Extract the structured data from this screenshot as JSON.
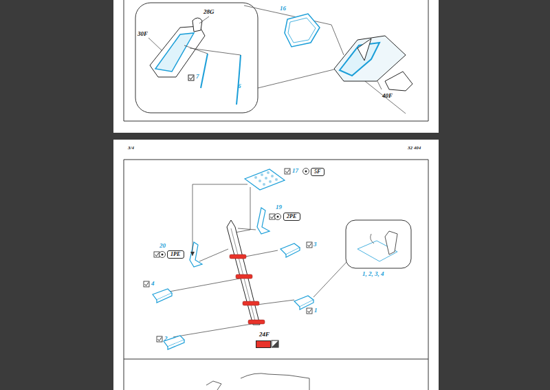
{
  "diagram": {
    "nodes": [
      {
        "text": [
          "5F"
        ]
      },
      {
        "text": [
          "2PE"
        ]
      },
      {
        "text": [
          "1PE"
        ]
      }
    ],
    "labels": [
      "28G",
      "30F",
      "16",
      "7",
      "6",
      "40F",
      "3/4",
      "32 404",
      "17",
      "19",
      "20",
      "3",
      "4",
      "1",
      "2",
      "1, 2, 3, 4"
    ],
    "legend": [
      {
        "text": "24F",
        "color": "#e8332a"
      }
    ]
  }
}
